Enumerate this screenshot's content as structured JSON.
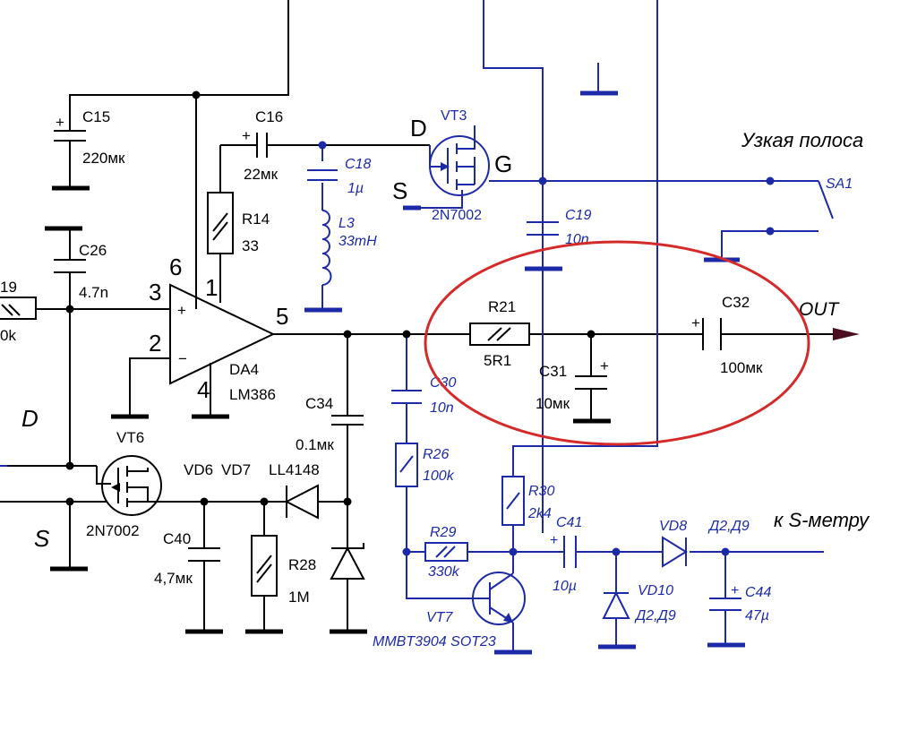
{
  "labels": {
    "c15": "C15",
    "c15_val": "220мк",
    "c16": "C16",
    "c16_val": "22мк",
    "c18": "C18",
    "c18_val": "1µ",
    "l3": "L3",
    "l3_val": "33mH",
    "vt3": "VT3",
    "vt3_d": "D",
    "vt3_g": "G",
    "vt3_s": "S",
    "vt3_type": "2N7002",
    "c19": "C19",
    "c19_val": "10n",
    "band_note": "Узкая полоса",
    "sa1": "SA1",
    "c26": "C26",
    "c26_val": "4.7n",
    "r19_partial": "19",
    "r19_val_partial": "0k",
    "r14": "R14",
    "r14_val": "33",
    "pin6": "6",
    "pin3": "3",
    "pin1": "1",
    "pin2": "2",
    "pin4": "4",
    "pin5": "5",
    "da4": "DA4",
    "da4_type": "LM386",
    "r21": "R21",
    "r21_val": "5R1",
    "c31": "C31",
    "c31_val": "10мк",
    "c32": "C32",
    "c32_val": "100мк",
    "out": "OUT",
    "c30": "C30",
    "c30_val": "10n",
    "c34": "C34",
    "c34_val": "0.1мк",
    "vt6": "VT6",
    "vt6_d": "D",
    "vt6_s": "S",
    "vt6_type": "2N7002",
    "vd6": "VD6",
    "vd7": "VD7",
    "vd_type": "LL4148",
    "c40": "C40",
    "c40_val": "4,7мк",
    "r28": "R28",
    "r28_val": "1M",
    "r26": "R26",
    "r26_val": "100k",
    "r30": "R30",
    "r30_val": "2k4",
    "r29": "R29",
    "r29_val": "330k",
    "vt7": "VT7",
    "vt7_type": "MMBT3904 SOT23",
    "c41": "C41",
    "c41_val": "10µ",
    "vd8": "VD8",
    "vd8_type": "Д2,Д9",
    "vd10": "VD10",
    "vd10_type": "Д2,Д9",
    "c44": "C44",
    "c44_val": "47µ",
    "smeter": "к S-метру",
    "plus": "+"
  },
  "colors": {
    "black_wire": "#000000",
    "blue_wire": "#1c2aa8",
    "highlight": "#d42a2a"
  }
}
